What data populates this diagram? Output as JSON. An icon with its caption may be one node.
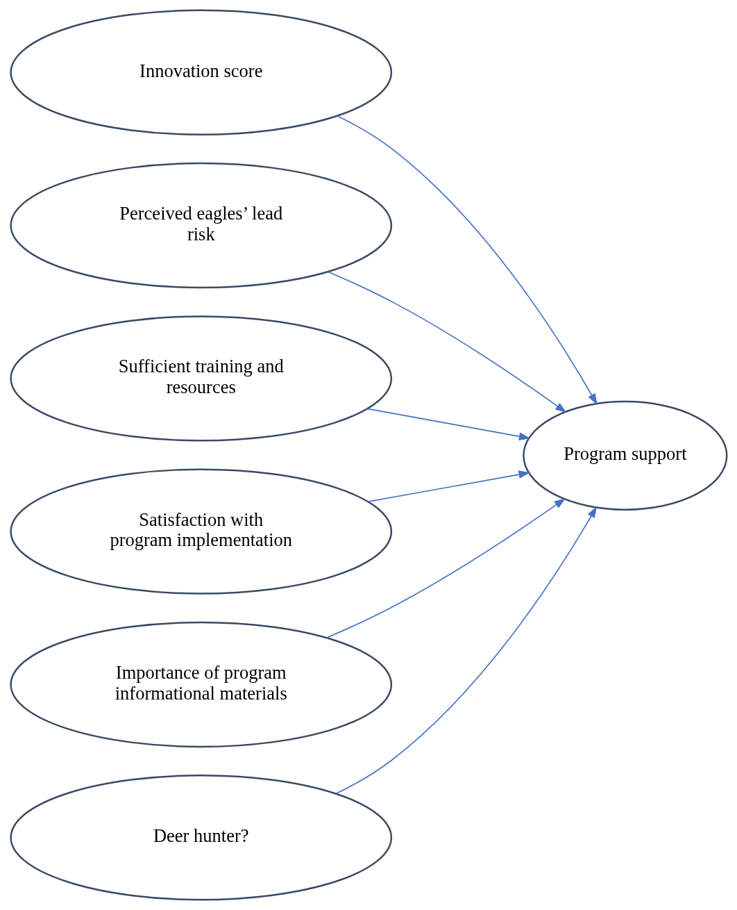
{
  "diagram": {
    "nodes": [
      {
        "text": [
          "Innovation score"
        ]
      },
      {
        "text": [
          "Perceived eagles’ lead risk"
        ]
      },
      {
        "text": [
          "Sufficient training and resources"
        ]
      },
      {
        "text": [
          "Satisfaction with program implementation"
        ]
      },
      {
        "text": [
          "Importance of program informational materials"
        ]
      },
      {
        "text": [
          "Deer hunter?"
        ]
      },
      {
        "text": [
          "Program support"
        ]
      }
    ],
    "edges": [
      {
        "from": 0,
        "to": 6,
        "arrow": "to"
      },
      {
        "from": 1,
        "to": 6,
        "arrow": "to"
      },
      {
        "from": 2,
        "to": 6,
        "arrow": "to"
      },
      {
        "from": 3,
        "to": 6,
        "arrow": "to"
      },
      {
        "from": 4,
        "to": 6,
        "arrow": "to"
      },
      {
        "from": 5,
        "to": 6,
        "arrow": "to"
      }
    ]
  }
}
